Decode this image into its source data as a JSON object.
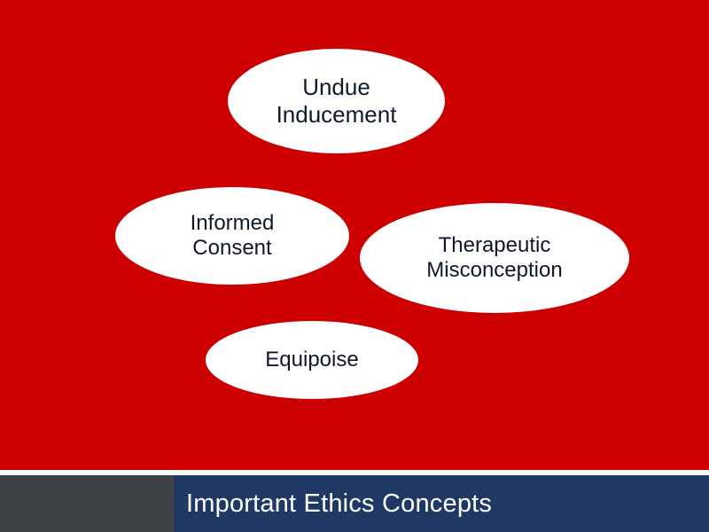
{
  "slide": {
    "background_color": "#cc0000",
    "footer": {
      "title": "Important Ethics Concepts",
      "bar_color": "#1f3864",
      "left_block_color": "#3b4044",
      "text_color": "#ffffff"
    },
    "bubbles": [
      {
        "id": "undue-inducement",
        "line1": "Undue",
        "line2": "Inducement",
        "text": "Undue Inducement",
        "fill": "#ffffff",
        "text_color": "#0d1a2b"
      },
      {
        "id": "informed-consent",
        "line1": "Informed",
        "line2": "Consent",
        "text": "Informed Consent",
        "fill": "#ffffff",
        "text_color": "#0d1a2b"
      },
      {
        "id": "therapeutic-misconception",
        "line1": "Therapeutic",
        "line2": "Misconception",
        "text": "Therapeutic Misconception",
        "fill": "#ffffff",
        "text_color": "#0d1a2b"
      },
      {
        "id": "equipoise",
        "line1": "Equipoise",
        "line2": "",
        "text": "Equipoise",
        "fill": "#ffffff",
        "text_color": "#0d1a2b"
      }
    ]
  }
}
